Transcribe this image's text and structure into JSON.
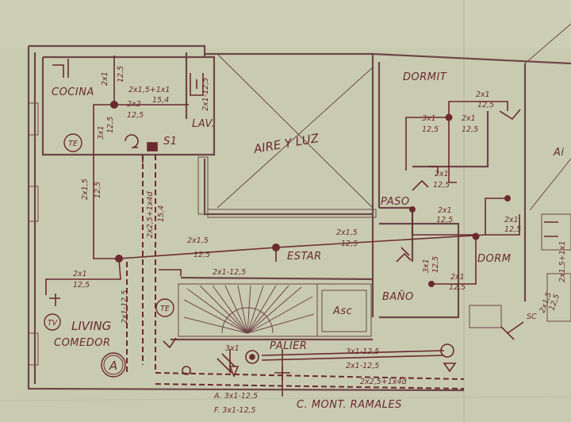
{
  "plan": {
    "rooms": {
      "cocina": "COCINA",
      "lav": "LAV.",
      "aire_luz": "AIRE Y LUZ",
      "dormit": "DORMIT",
      "paso": "PASO",
      "estar": "ESTAR",
      "dorm": "DORM",
      "bano": "BAÑO",
      "living": "LIVING",
      "comedor": "COMEDOR",
      "palier": "PALIER",
      "asc": "Asc",
      "right_partial": "Ai"
    },
    "symbols": {
      "te_cocina": "TE",
      "te_estar": "TE",
      "tv": "TV",
      "s1": "S1",
      "section_mark": "A",
      "sc": "SC"
    },
    "wires": {
      "cocina_vertical": "2x1",
      "cocina_vertical_b": "12,5",
      "cocina_main": "2x1,5+1x1",
      "cocina_main_b": "15,4",
      "cocina_2x2": "2x2",
      "cocina_2x2_b": "12,5",
      "cocina_3x1": "3x1",
      "cocina_3x1_b": "12,5",
      "lav": "2x1-12,5",
      "shaft": "2x2,5+1x4d",
      "shaft_b": "15,4",
      "left_vertical": "2x1,5",
      "left_vertical_b": "12,5",
      "estar_top": "2x1,5",
      "estar_top_b": "12,5",
      "estar_low": "2x1-12,5",
      "living_top": "2x1",
      "living_top_b": "12,5",
      "living_vertical": "2x1-12,5",
      "passage_main": "2x1,5",
      "passage_main_b": "12,5",
      "dormit_left": "3x1",
      "dormit_left_b": "12,5",
      "dormit_mid": "2x1",
      "dormit_mid_b": "12,5",
      "dormit_top": "2x1",
      "dormit_top_b": "12,5",
      "dormit_low": "2x1",
      "dormit_low_b": "12,5",
      "paso_a": "2x1",
      "paso_a_b": "12,5",
      "bano_vertical": "3x1",
      "bano_vertical_b": "12,5",
      "dorm_low": "2x1",
      "dorm_low_b": "12,5",
      "right_a": "2x1",
      "right_a_b": "12,5",
      "right_b": "2x1,5",
      "right_b_b": "12,5",
      "right_c": "2x1,5+1x1",
      "palier_3x1": "3x1",
      "palier_main": "3x1-12,5",
      "palier_main_b": "2x1-12,5",
      "bottom_feed": "2x2,5+1x4d",
      "rising_a": "A. 3x1-12,5",
      "rising_f": "F. 3x1-12,5",
      "mont": "C. MONT. RAMALES"
    }
  }
}
